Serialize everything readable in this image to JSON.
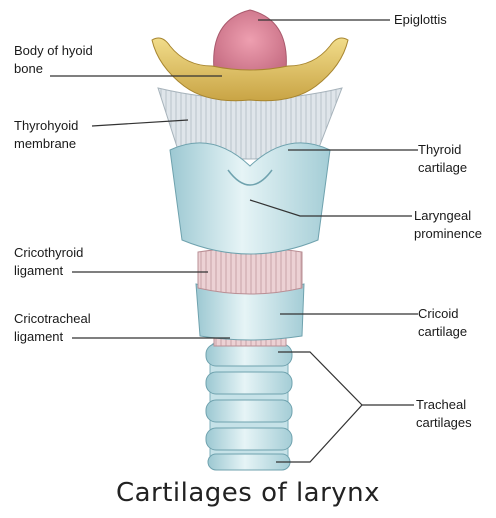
{
  "labels": {
    "epiglottis": "Epiglottis",
    "hyoid": [
      "Body of hyoid",
      "bone"
    ],
    "thyrohyoid": [
      "Thyrohyoid",
      "membrane"
    ],
    "thyroid": [
      "Thyroid",
      "cartilage"
    ],
    "laryngeal": [
      "Laryngeal",
      "prominence"
    ],
    "cricothyroid": [
      "Cricothyroid",
      "ligament"
    ],
    "cricotracheal": [
      "Cricotracheal",
      "ligament"
    ],
    "cricoid": [
      "Cricoid",
      "cartilage"
    ],
    "tracheal": [
      "Tracheal",
      "cartilages"
    ]
  },
  "caption": "Cartilages of larynx",
  "colors": {
    "epiglottis": "#d98a9c",
    "hyoid": "#e2c66a",
    "cartilage": "#bfe0e6",
    "membrane": "#d6dde2",
    "ligament": "#e9c9cc",
    "leader": "#333333"
  }
}
